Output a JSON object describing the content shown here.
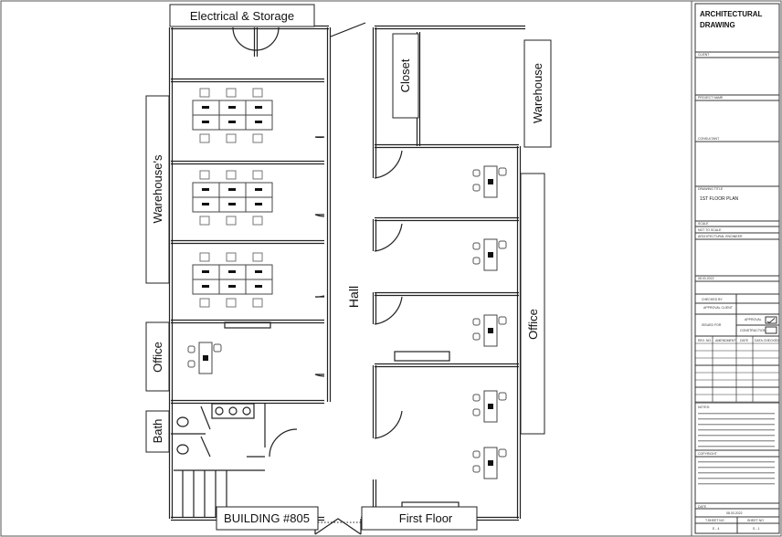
{
  "plan": {
    "labels": {
      "electrical_storage": "Electrical & Storage",
      "warehouses": "Warehouse's",
      "office_left": "Office",
      "bath": "Bath",
      "hall": "Hall",
      "closet": "Closet",
      "warehouse_right": "Warehouse",
      "office_right": "Office",
      "building": "BUILDING #805",
      "floor": "First Floor"
    }
  },
  "title_block": {
    "title": "ARCHITECTURAL DRAWING",
    "client": "CLIENT",
    "project_name": "PROJECT NAME",
    "consultant": "CONSULTANT",
    "drawing_title_label": "DRAWING TITLE",
    "drawing_title": "1ST FLOOR PLAN",
    "scale_label": "SCALE",
    "scale_value": "NOT TO SCALE",
    "architectural_engineer": "ARCHITECTURAL ENGINEER",
    "checked_by": "CHECKED BY",
    "approval": "APPROVAL CLIENT",
    "issued_for": "ISSUED FOR",
    "approval_check": "APPROVAL",
    "construction": "CONSTRUCTION",
    "revision_headers": [
      "REV. NO.",
      "AMENDMENT",
      "DATE",
      "DATA CHECKED"
    ],
    "notes_label": "NOTES:",
    "copyright_label": "COPYRIGHT",
    "date_label": "DATE",
    "date": "08.03.2022",
    "total_sheet_label": "T.SHEET NO",
    "total_sheet": "E - 4",
    "sheet_label": "SHEET NO",
    "sheet": "S - 1"
  }
}
